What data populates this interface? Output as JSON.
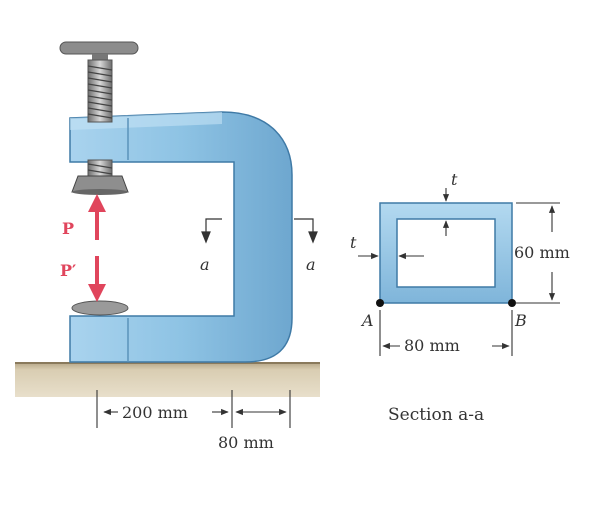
{
  "labels": {
    "load_p": "P",
    "load_p_prime": "P′",
    "section_mark_left": "a",
    "section_mark_right": "a",
    "dim_200": "200 mm",
    "dim_80_bottom": "80 mm",
    "thickness_top": "t",
    "thickness_left": "t",
    "dim_60": "60 mm",
    "dim_80_section": "80 mm",
    "point_a": "A",
    "point_b": "B",
    "section_caption": "Section a-a"
  },
  "colors": {
    "clamp_body": "#8ec3e4",
    "clamp_shadow": "#5b93bb",
    "load_arrow": "#e0455c",
    "ground": "#d9cdb2",
    "screw": "#9a9a9a"
  }
}
